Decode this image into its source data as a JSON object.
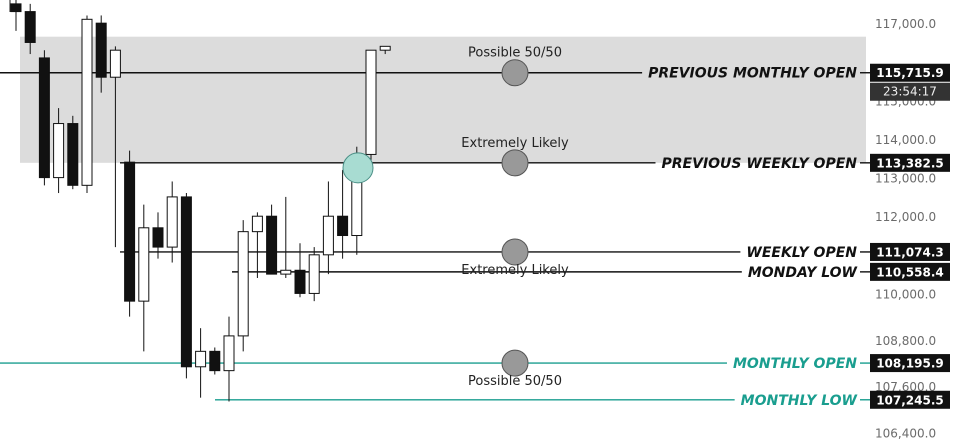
{
  "chart_data": {
    "type": "candlestick",
    "title": "",
    "ylim": [
      106100,
      117600
    ],
    "y_ticks": [
      {
        "value": 117000,
        "label": "117,000.0"
      },
      {
        "value": 115000,
        "label": "115,000.0"
      },
      {
        "value": 114000,
        "label": "114,000.0"
      },
      {
        "value": 113000,
        "label": "113,000.0"
      },
      {
        "value": 112000,
        "label": "112,000.0"
      },
      {
        "value": 110000,
        "label": "110,000.0"
      },
      {
        "value": 108800,
        "label": "108,800.0"
      },
      {
        "value": 107600,
        "label": "107,600.0"
      },
      {
        "value": 106400,
        "label": "106,400.0"
      }
    ],
    "zone": {
      "from": 113382.5,
      "to": 116650
    },
    "crosshair": {
      "price": 115715.9,
      "label": "115,715.9",
      "countdown": "23:54:17"
    },
    "levels": [
      {
        "name": "PREVIOUS MONTHLY OPEN",
        "price": 115715.9,
        "label": "115,715.9",
        "color": "#111111"
      },
      {
        "name": "PREVIOUS WEEKLY OPEN",
        "price": 113382.5,
        "label": "113,382.5",
        "color": "#111111"
      },
      {
        "name": "WEEKLY OPEN",
        "price": 111074.3,
        "label": "111,074.3",
        "color": "#111111"
      },
      {
        "name": "MONDAY LOW",
        "price": 110558.4,
        "label": "110,558.4",
        "color": "#111111"
      },
      {
        "name": "MONTHLY OPEN",
        "price": 108195.9,
        "label": "108,195.9",
        "color": "#1a9e8f"
      },
      {
        "name": "MONTHLY LOW",
        "price": 107245.5,
        "label": "107,245.5",
        "color": "#1a9e8f"
      }
    ],
    "annotations": [
      {
        "text": "Possible 50/50",
        "price": 115715.9,
        "position": "above"
      },
      {
        "text": "Extremely Likely",
        "price": 113382.5,
        "position": "above"
      },
      {
        "text": "Extremely Likely",
        "price": 111074.3,
        "position": "below"
      },
      {
        "text": "Possible 50/50",
        "price": 108195.9,
        "position": "below"
      }
    ],
    "highlight_marker": {
      "price": 113382.5,
      "color": "#a8dcd2"
    },
    "candles": [
      {
        "o": 117500,
        "h": 117600,
        "l": 116800,
        "c": 117300
      },
      {
        "o": 117300,
        "h": 117500,
        "l": 116200,
        "c": 116500
      },
      {
        "o": 116100,
        "h": 116300,
        "l": 112800,
        "c": 113000
      },
      {
        "o": 113000,
        "h": 114800,
        "l": 112600,
        "c": 114400
      },
      {
        "o": 114400,
        "h": 114600,
        "l": 112700,
        "c": 112800
      },
      {
        "o": 112800,
        "h": 117200,
        "l": 112600,
        "c": 117100
      },
      {
        "o": 117000,
        "h": 117200,
        "l": 115200,
        "c": 115600
      },
      {
        "o": 115600,
        "h": 116400,
        "l": 111200,
        "c": 116300
      },
      {
        "o": 113400,
        "h": 113700,
        "l": 109400,
        "c": 109800
      },
      {
        "o": 109800,
        "h": 112300,
        "l": 108500,
        "c": 111700
      },
      {
        "o": 111700,
        "h": 112100,
        "l": 110900,
        "c": 111200
      },
      {
        "o": 111200,
        "h": 112900,
        "l": 110800,
        "c": 112500
      },
      {
        "o": 112500,
        "h": 112600,
        "l": 107800,
        "c": 108100
      },
      {
        "o": 108100,
        "h": 109100,
        "l": 107300,
        "c": 108500
      },
      {
        "o": 108500,
        "h": 108600,
        "l": 107900,
        "c": 108000
      },
      {
        "o": 108000,
        "h": 109400,
        "l": 107200,
        "c": 108900
      },
      {
        "o": 108900,
        "h": 111900,
        "l": 108500,
        "c": 111600
      },
      {
        "o": 111600,
        "h": 112100,
        "l": 110400,
        "c": 112000
      },
      {
        "o": 112000,
        "h": 112300,
        "l": 110500,
        "c": 110500
      },
      {
        "o": 110500,
        "h": 112500,
        "l": 110400,
        "c": 110600
      },
      {
        "o": 110600,
        "h": 111300,
        "l": 109900,
        "c": 110000
      },
      {
        "o": 110000,
        "h": 111200,
        "l": 109800,
        "c": 111000
      },
      {
        "o": 111000,
        "h": 112900,
        "l": 110500,
        "c": 112000
      },
      {
        "o": 112000,
        "h": 113200,
        "l": 110900,
        "c": 111500
      },
      {
        "o": 111500,
        "h": 113800,
        "l": 111000,
        "c": 113600
      },
      {
        "o": 113600,
        "h": 114800,
        "l": 113400,
        "c": 116300
      },
      {
        "o": 116300,
        "h": 116400,
        "l": 116200,
        "c": 116400
      }
    ]
  }
}
